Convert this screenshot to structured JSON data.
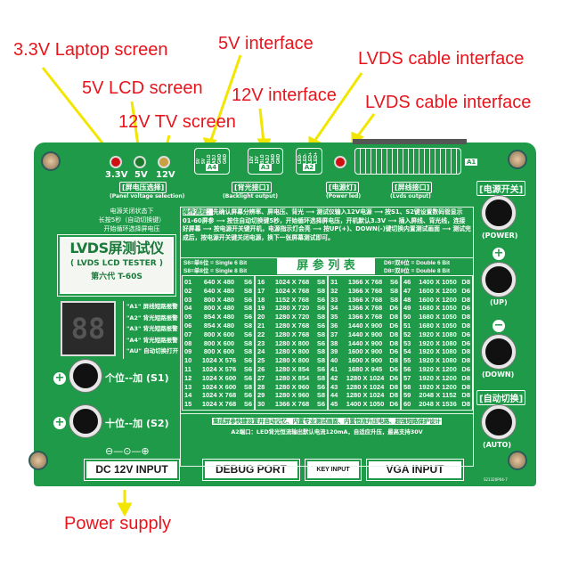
{
  "annotations": {
    "laptop": "3.3V Laptop screen",
    "lcd5": "5V LCD screen",
    "tv12": "12V TV screen",
    "if5": "5V interface",
    "if12": "12V interface",
    "lvds1": "LVDS cable interface",
    "lvds2": "LVDS cable interface",
    "power": "Power supply",
    "arrow_color": "#f2e600",
    "text_color": "#e8141c"
  },
  "board": {
    "color": "#1f9a48",
    "voltage": {
      "v33": "3.3V",
      "v5": "5V",
      "v12": "12V",
      "cn": "[屏电压选择]",
      "en": "(Panel voltage selection)"
    },
    "a4": {
      "tag": "A4",
      "pins": [
        "5V",
        "5V",
        "BLO",
        "ADJ",
        "GND",
        "GND"
      ]
    },
    "a3": {
      "tag": "A3",
      "pins": [
        "12V",
        "12V",
        "BLO",
        "ADJ",
        "GND",
        "GND"
      ]
    },
    "a2": {
      "tag": "A2",
      "pins": [
        "LED-",
        "LED-",
        "LED+",
        "LED+"
      ]
    },
    "a1": {
      "tag": "A1"
    },
    "backlight": {
      "cn": "[背光接口]",
      "en": "(Backlight output)"
    },
    "powerled": {
      "cn": "[电源灯]",
      "en": "(Power led)"
    },
    "lvdsout": {
      "cn": "[屏线接口]",
      "en": "(Lvds output)"
    },
    "power_switch": {
      "cn": "[电源开关]",
      "en": "(POWER)"
    },
    "up": {
      "sign": "+",
      "en": "(UP)"
    },
    "down": {
      "sign": "−",
      "en": "(DOWN)"
    },
    "auto": {
      "cn": "[自动切换]",
      "en": "(AUTO)"
    },
    "hint": [
      "电源关闭状态下",
      "长按5秒（自动切换键）",
      "开始循环选择屏电压"
    ],
    "title": {
      "cn": "LVDS屏测试仪",
      "en": "( LVDS LCD TESTER )",
      "model": "第六代   T-60S"
    },
    "display": "88",
    "alarms": [
      "\"A1\" 屏线短路报警",
      "\"A2\" 背光短路报警",
      "\"A3\" 背光短路报警",
      "\"A4\" 背光短路报警",
      "\"AU\" 自动切换打开"
    ],
    "s1": "个位--加 (S1)",
    "s2": "十位--加 (S2)",
    "polarity": "⊖—⊙—⊕",
    "dc_input": "DC 12V INPUT",
    "debug": "DEBUG PORT",
    "key_input": "KEY INPUT",
    "vga_input": "VGA INPUT",
    "serial": "S21320P04-7"
  },
  "panel": {
    "proc_label": "操作流程：",
    "proc_text": "先确认屏幕分辨率、屏电压、背光 ⟶ 测试仪输入12V电源 ⟶ 按S1、S2键设置数码管显示01-60屏参 ⟶ 按住自动切换键5秒，开始循环选择屏电压，开机默认3.3V ⟶ 插入屏线、背光线，连接好屏幕 ⟶ 按电源开关键开机，电源指示灯会亮 ⟶ 按UP(+)、DOWN(-)键切换内置测试画面 ⟶ 测试完成后，按电源开关键关闭电源，换下一张屏幕测试即可。",
    "legend_left": [
      "S6=单6位 = Single 6 Bit",
      "S8=单8位 = Single 8 Bit"
    ],
    "table_title": "屏  参  列  表",
    "legend_right": [
      "D6=双6位 = Double 6 Bit",
      "D8=双8位 = Double 8 Bit"
    ],
    "table": [
      [
        [
          "01",
          "640 X 480",
          "S6"
        ],
        [
          "02",
          "640 X 480",
          "S8"
        ],
        [
          "03",
          "800 X 480",
          "S6"
        ],
        [
          "04",
          "800 X 480",
          "S8"
        ],
        [
          "05",
          "854 X 480",
          "S6"
        ],
        [
          "06",
          "854 X 480",
          "S8"
        ],
        [
          "07",
          "800 X 600",
          "S6"
        ],
        [
          "08",
          "800 X 600",
          "S8"
        ],
        [
          "09",
          "800 X 600",
          "S8"
        ],
        [
          "10",
          "1024 X 576",
          "S6"
        ],
        [
          "11",
          "1024 X 576",
          "S6"
        ],
        [
          "12",
          "1024 X 600",
          "S6"
        ],
        [
          "13",
          "1024 X 600",
          "S8"
        ],
        [
          "14",
          "1024 X 768",
          "S6"
        ],
        [
          "15",
          "1024 X 768",
          "S6"
        ]
      ],
      [
        [
          "16",
          "1024 X 768",
          "S8"
        ],
        [
          "17",
          "1024 X 768",
          "S8"
        ],
        [
          "18",
          "1152 X 768",
          "S6"
        ],
        [
          "19",
          "1280 X 720",
          "S6"
        ],
        [
          "20",
          "1280 X 720",
          "S8"
        ],
        [
          "21",
          "1280 X 768",
          "S6"
        ],
        [
          "22",
          "1280 X 768",
          "S8"
        ],
        [
          "23",
          "1280 X 800",
          "S6"
        ],
        [
          "24",
          "1280 X 800",
          "S8"
        ],
        [
          "25",
          "1280 X 800",
          "S8"
        ],
        [
          "26",
          "1280 X 854",
          "S6"
        ],
        [
          "27",
          "1280 X 854",
          "S8"
        ],
        [
          "28",
          "1280 X 960",
          "S6"
        ],
        [
          "29",
          "1280 X 960",
          "S8"
        ],
        [
          "30",
          "1366 X 768",
          "S6"
        ]
      ],
      [
        [
          "31",
          "1366 X 768",
          "S6"
        ],
        [
          "32",
          "1366 X 768",
          "S8"
        ],
        [
          "33",
          "1366 X 768",
          "S8"
        ],
        [
          "34",
          "1366 X 768",
          "D6"
        ],
        [
          "35",
          "1366 X 768",
          "D8"
        ],
        [
          "36",
          "1440 X 900",
          "D6"
        ],
        [
          "37",
          "1440 X 900",
          "D8"
        ],
        [
          "38",
          "1440 X 900",
          "D8"
        ],
        [
          "39",
          "1600 X 900",
          "D6"
        ],
        [
          "40",
          "1600 X 900",
          "D8"
        ],
        [
          "41",
          "1680 X 945",
          "D6"
        ],
        [
          "42",
          "1280 X 1024",
          "D6"
        ],
        [
          "43",
          "1280 X 1024",
          "D8"
        ],
        [
          "44",
          "1280 X 1024",
          "D8"
        ],
        [
          "45",
          "1400 X 1050",
          "D6"
        ]
      ],
      [
        [
          "46",
          "1400 X 1050",
          "D8"
        ],
        [
          "47",
          "1600 X 1200",
          "D6"
        ],
        [
          "48",
          "1600 X 1200",
          "D8"
        ],
        [
          "49",
          "1680 X 1050",
          "D6"
        ],
        [
          "50",
          "1680 X 1050",
          "D8"
        ],
        [
          "51",
          "1680 X 1050",
          "D8"
        ],
        [
          "52",
          "1920 X 1080",
          "D6"
        ],
        [
          "53",
          "1920 X 1080",
          "D6"
        ],
        [
          "54",
          "1920 X 1080",
          "D8"
        ],
        [
          "55",
          "1920 X 1080",
          "D8"
        ],
        [
          "56",
          "1920 X 1200",
          "D6"
        ],
        [
          "57",
          "1920 X 1200",
          "D8"
        ],
        [
          "58",
          "1920 X 1200",
          "D8"
        ],
        [
          "59",
          "2048 X 1152",
          "D8"
        ],
        [
          "60",
          "2048 X 1536",
          "D8"
        ]
      ]
    ],
    "note1": "集成屏参快捷设置并自动记忆、内置专业测试画面、内置恒流升压电路、超强短路保护设计",
    "note2": "A2端口：LED背光恒流输出默认电流120mA，自适应升压，最高支持30V"
  }
}
